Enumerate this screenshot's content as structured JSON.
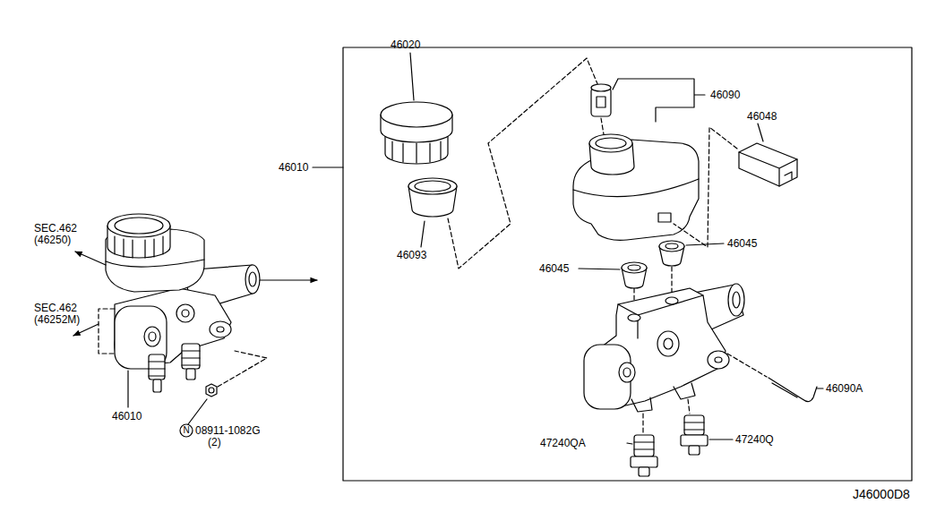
{
  "diagram": {
    "labels": [
      "46020",
      "46090",
      "46048",
      "46010",
      "46093",
      "46045",
      "46045",
      "46090A",
      "47240QA",
      "47240Q",
      "SEC.462",
      "(46250)",
      "SEC.462",
      "(46252M)",
      "46010",
      "N",
      "08911-1082G",
      "(2)",
      "J46000D8"
    ]
  }
}
